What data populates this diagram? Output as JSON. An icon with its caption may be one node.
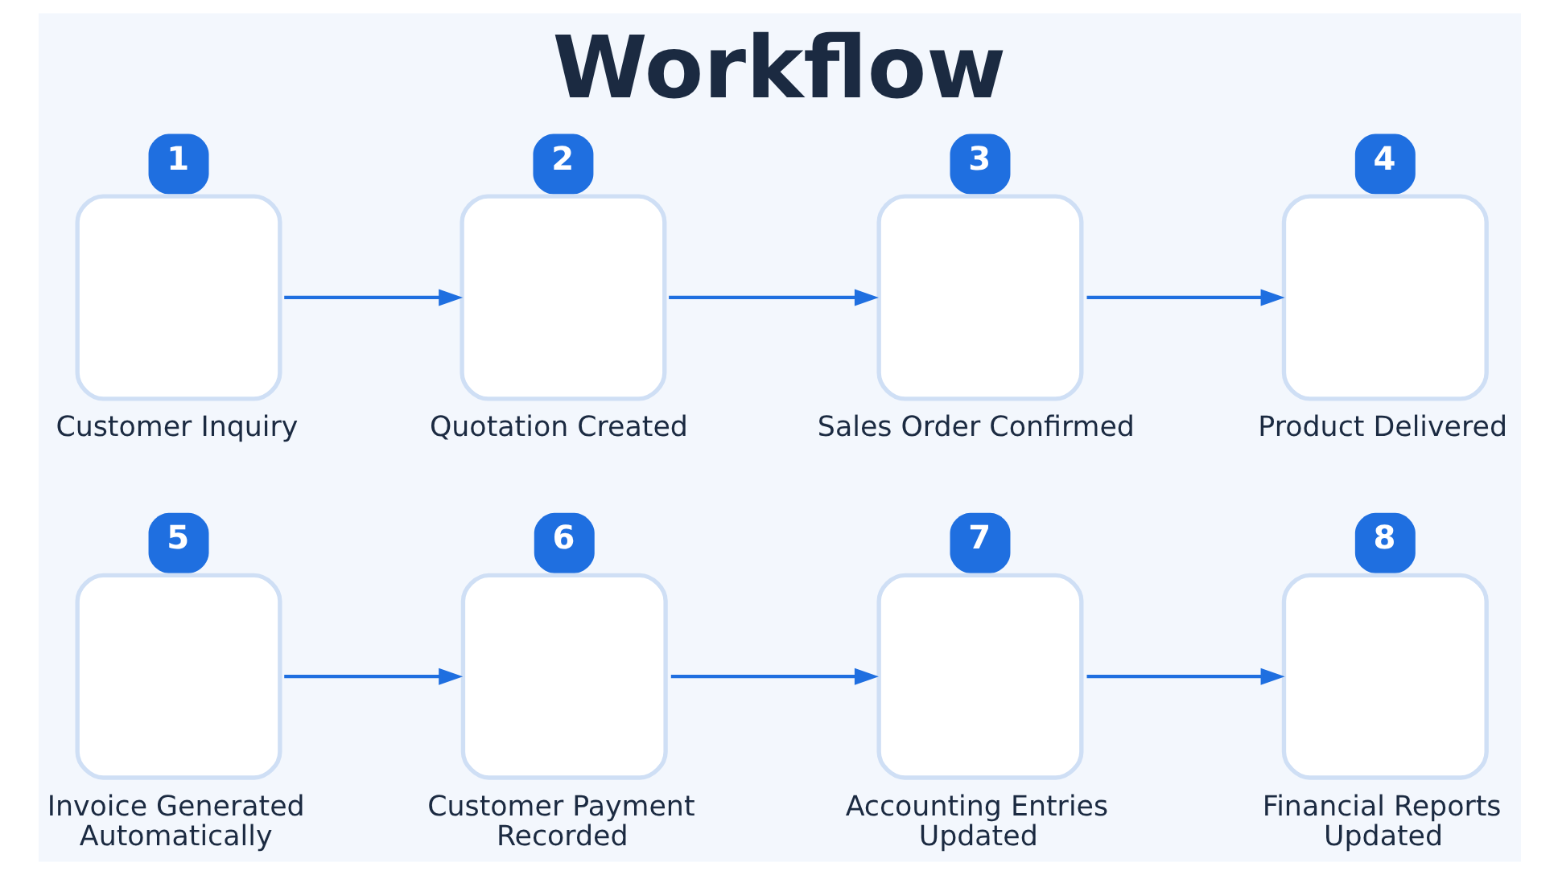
{
  "diagram": {
    "title": "Workflow",
    "nodes": [
      {
        "text": [
          "1"
        ],
        "beside": [
          "Customer Inquiry"
        ]
      },
      {
        "text": [
          "2"
        ],
        "beside": [
          "Quotation Created"
        ]
      },
      {
        "text": [
          "3"
        ],
        "beside": [
          "Sales Order Confirmed"
        ]
      },
      {
        "text": [
          "4"
        ],
        "beside": [
          "Product Delivered"
        ]
      },
      {
        "text": [
          "5"
        ],
        "beside": [
          "Invoice Generated Automatically"
        ]
      },
      {
        "text": [
          "6"
        ],
        "beside": [
          "Customer Payment Recorded"
        ]
      },
      {
        "text": [
          "7"
        ],
        "beside": [
          "Accounting Entries Updated"
        ]
      },
      {
        "text": [
          "8"
        ],
        "beside": [
          "Financial Reports Updated"
        ]
      }
    ],
    "edges": [
      {
        "from": 0,
        "to": 1,
        "arrow": "to"
      },
      {
        "from": 1,
        "to": 2,
        "arrow": "to"
      },
      {
        "from": 2,
        "to": 3,
        "arrow": "to"
      },
      {
        "from": 4,
        "to": 5,
        "arrow": "to"
      },
      {
        "from": 5,
        "to": 6,
        "arrow": "to"
      },
      {
        "from": 6,
        "to": 7,
        "arrow": "to"
      }
    ]
  }
}
